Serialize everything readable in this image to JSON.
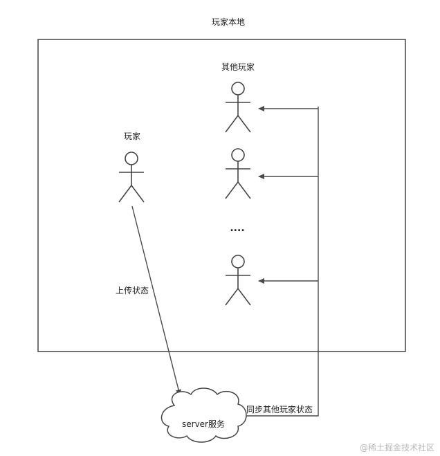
{
  "diagram": {
    "title": "玩家本地",
    "other_players_label": "其他玩家",
    "player_label": "玩家",
    "ellipsis": "....",
    "upload_label": "上传状态",
    "server_label": "server服务",
    "sync_label": "同步其他玩家状态"
  },
  "watermark": "@稀土掘金技术社区",
  "colors": {
    "stroke": "#444444",
    "text": "#222222",
    "watermark": "#b8b8b8"
  }
}
